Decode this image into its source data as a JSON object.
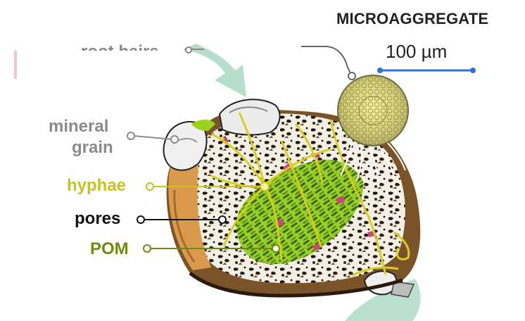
{
  "title": "MICROAGGREGATE",
  "scale_bar": {
    "label": "100 µm",
    "color": "#2f6fe0"
  },
  "labels": {
    "root_hairs": "root hairs",
    "mineral_line1": "mineral",
    "mineral_line2": "grain",
    "hyphae": "hyphae",
    "pores": "pores",
    "pom": "POM"
  },
  "colors": {
    "mineral": "#8a8a8a",
    "hyphae": "#c9c21a",
    "pores": "#111111",
    "pom": "#6f8a14",
    "arrow": "#a9d9c2",
    "hyphae_strand": "#d6cf1e",
    "pom_fill": "#9ad21a",
    "pink": "#c9457a"
  },
  "icons": [
    "downward-arrow-icon",
    "microaggregate-circle-icon"
  ]
}
